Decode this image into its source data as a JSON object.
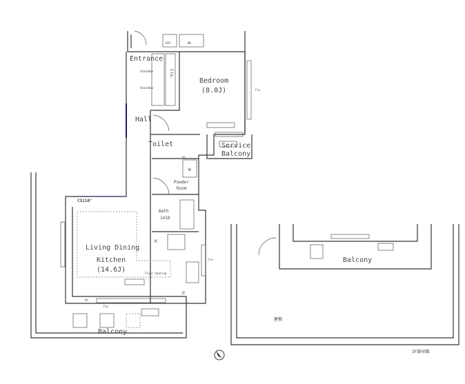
{
  "rooms": {
    "entrance": "Entrance",
    "shoesbox_1": "ShoesBox",
    "shoesbox_2": "ShoesBox",
    "closet": "Clo.",
    "eps": "EPS",
    "mb": "MB",
    "bedroom": "Bedroom",
    "bedroom_size": "(8.0J)",
    "hall": "Hall",
    "toilet": "Toilet",
    "service_balcony_1": "Service",
    "service_balcony_2": "Balcony",
    "ps_upper": "PS",
    "washer": "W",
    "powder_1": "Powder",
    "powder_2": "Room",
    "bath": "Bath",
    "bath_size": "1418",
    "ceiling": "CS110°",
    "ldk_1": "Living Dining",
    "ldk_2": "Kitchen",
    "ldk_size": "(14.6J)",
    "fridge": "R",
    "floor_heating": "Floor heating",
    "ps_lower": "PS",
    "sb": "SB",
    "balcony": "Balcony",
    "balcony_3f": "Balcony",
    "roof": "屋根",
    "fix_1": "Fix",
    "fix_2": "Fix",
    "fix_3": "Fix"
  },
  "caption": "3F部分図",
  "colors": {
    "wall": "#333333",
    "accent": "#1a1a66"
  }
}
